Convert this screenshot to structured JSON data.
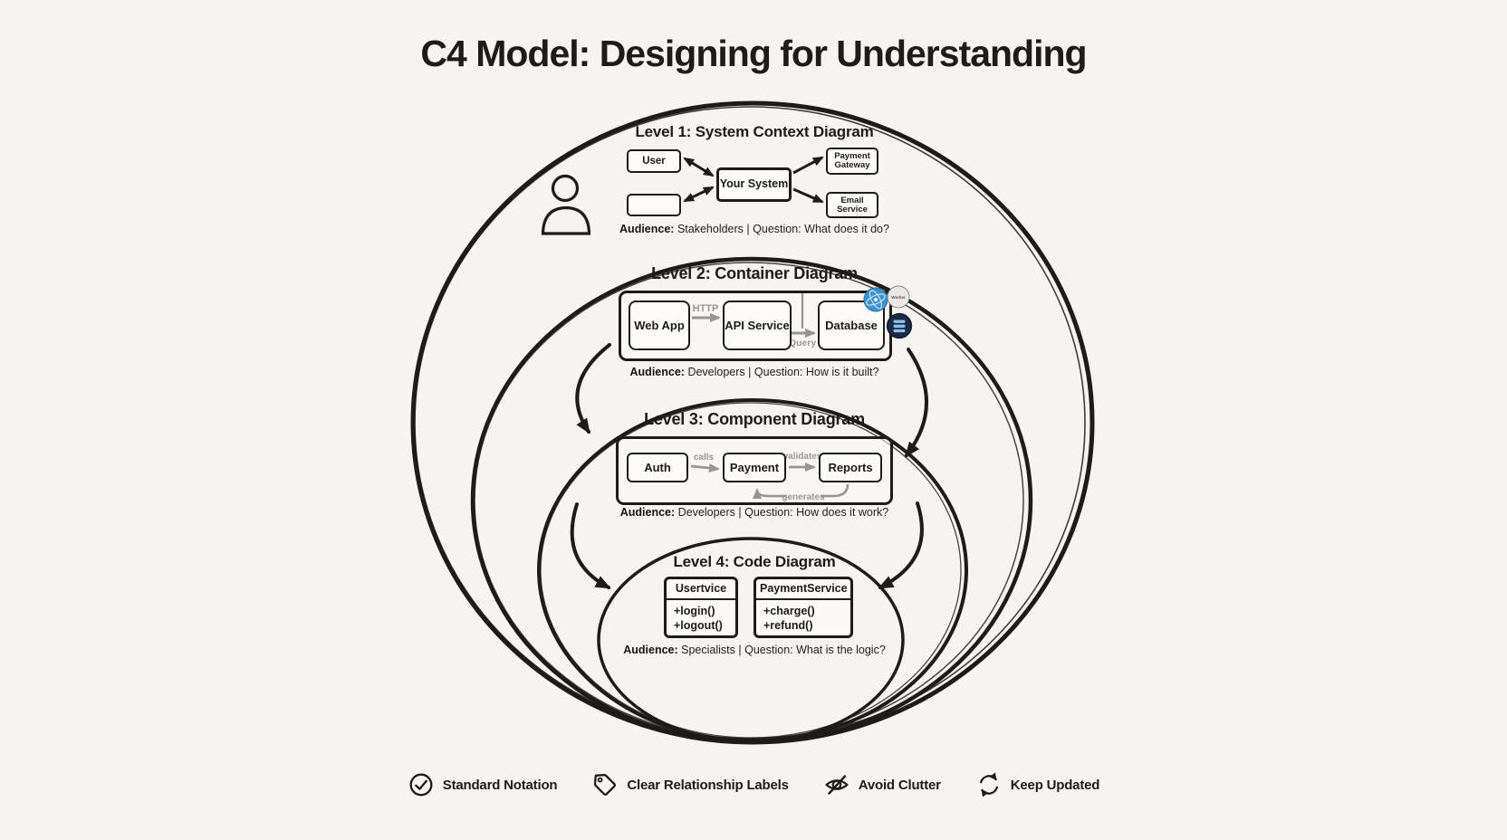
{
  "title": "C4 Model: Designing for Understanding",
  "captions": {
    "audience_label": "Audience:",
    "question_label": "Question:",
    "separator": "|"
  },
  "levels": [
    {
      "heading": "Level 1: System Context Diagram",
      "audience": "Stakeholders",
      "question": "What does it do?",
      "nodes": {
        "user": "User",
        "system": "Your System",
        "payment_gateway": "Payment Gateway",
        "email_service": "Email Service"
      }
    },
    {
      "heading": "Level 2: Container Diagram",
      "audience": "Developers",
      "question": "How is it built?",
      "nodes": {
        "web_app": "Web App",
        "api_service": "API Service",
        "database": "Database"
      },
      "edges": {
        "http": "HTTP",
        "query": "Query"
      },
      "badges": {
        "worker_label": "Worker"
      }
    },
    {
      "heading": "Level 3: Component Diagram",
      "audience": "Developers",
      "question": "How does it work?",
      "nodes": {
        "auth": "Auth",
        "payment": "Payment",
        "reports": "Reports"
      },
      "edges": {
        "calls": "calls",
        "validates": "validates",
        "generates": "generates"
      }
    },
    {
      "heading": "Level 4: Code Diagram",
      "audience": "Specialists",
      "question": "What is the logic?",
      "classes": [
        {
          "name": "Usertvice",
          "methods": [
            "+login()",
            "+logout()"
          ]
        },
        {
          "name": "PaymentService",
          "methods": [
            "+charge()",
            "+refund()"
          ]
        }
      ]
    }
  ],
  "legend": [
    {
      "label": "Standard Notation",
      "icon": "check-circle-icon"
    },
    {
      "label": "Clear Relationship Labels",
      "icon": "tag-icon"
    },
    {
      "label": "Avoid Clutter",
      "icon": "eye-off-icon"
    },
    {
      "label": "Keep Updated",
      "icon": "refresh-icon"
    }
  ],
  "colors": {
    "ink": "#1d1c1a",
    "background": "#f5f4f1",
    "badge_blue": "#3f93cc",
    "badge_grey": "#ece9e4",
    "badge_dark": "#1b2a47"
  }
}
